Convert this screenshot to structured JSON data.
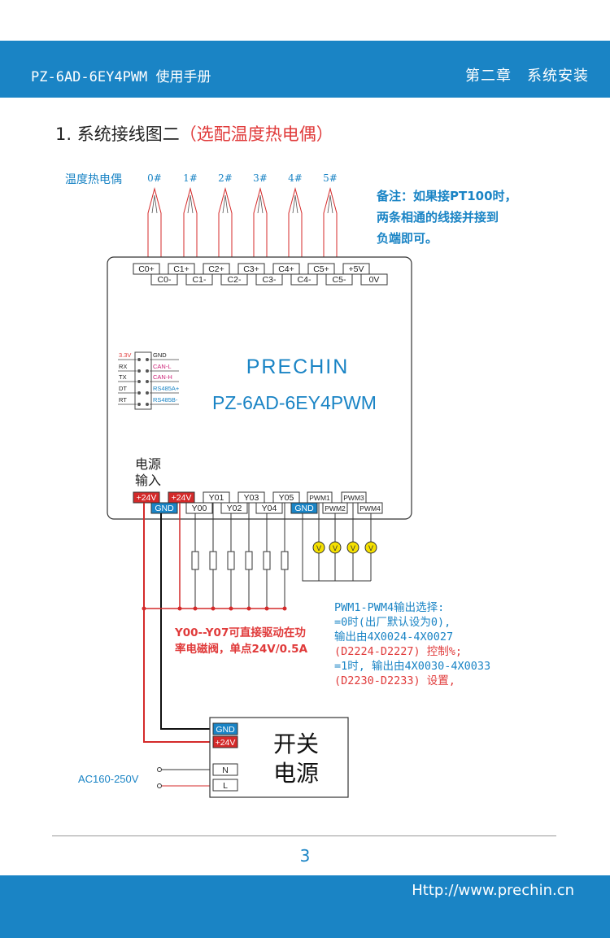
{
  "header": {
    "manual_title": "PZ-6AD-6EY4PWM 使用手册",
    "chapter": "第二章　系统安装"
  },
  "section": {
    "number_title": "1. 系统接线图二",
    "subtitle": "（选配温度热电偶）"
  },
  "thermocouple": {
    "label": "温度热电偶",
    "channels": [
      "0#",
      "1#",
      "2#",
      "3#",
      "4#",
      "5#"
    ]
  },
  "note": {
    "lines": [
      "备注：如果接PT100时，",
      "两条相通的线接并接到",
      "负端即可。"
    ]
  },
  "device": {
    "brand": "PRECHIN",
    "model": "PZ-6AD-6EY4PWM",
    "top_terminals_row1": [
      "C0+",
      "C1+",
      "C2+",
      "C3+",
      "C4+",
      "C5+",
      "+5V"
    ],
    "top_terminals_row2": [
      "C0-",
      "C1-",
      "C2-",
      "C3-",
      "C4-",
      "C5-",
      "0V"
    ],
    "comm_left": [
      "3.3V",
      "RX",
      "TX",
      "DT",
      "RT"
    ],
    "comm_right": [
      "GND",
      "CAN-L",
      "CAN-H",
      "RS485A+",
      "RS485B-"
    ],
    "power_label_line1": "电源",
    "power_label_line2": "输入",
    "bottom_row1": [
      "+24V",
      "+24V",
      "Y01",
      "Y03",
      "Y05",
      "PWM1",
      "PWM3"
    ],
    "bottom_row2": [
      "GND",
      "Y00",
      "Y02",
      "Y04",
      "GND",
      "PWM2",
      "PWM4"
    ],
    "voltmeter_symbol": "V"
  },
  "y_note": {
    "lines": [
      "Y00--Y07可直接驱动在功",
      "率电磁阀，单点24V/0.5A"
    ]
  },
  "pwm_note": {
    "lines": [
      "PWM1-PWM4输出选择:",
      "=0时(出厂默认设为0),",
      "输出由4X0024-4X0027",
      "(D2224-D2227) 控制%;",
      "=1时, 输出由4X0030-4X0033",
      "(D2230-D2233) 设置,"
    ]
  },
  "psu": {
    "terminals": [
      "GND",
      "+24V",
      "N",
      "L"
    ],
    "label_line1": "开关",
    "label_line2": "电源",
    "ac_input": "AC160-250V"
  },
  "footer": {
    "page_number": "3",
    "url": "Http://www.prechin.cn"
  },
  "colors": {
    "brand_blue": "#1a84c5",
    "accent_red": "#e03a3a",
    "wire_red": "#d42a2a",
    "meter_yellow": "#f5e000"
  }
}
